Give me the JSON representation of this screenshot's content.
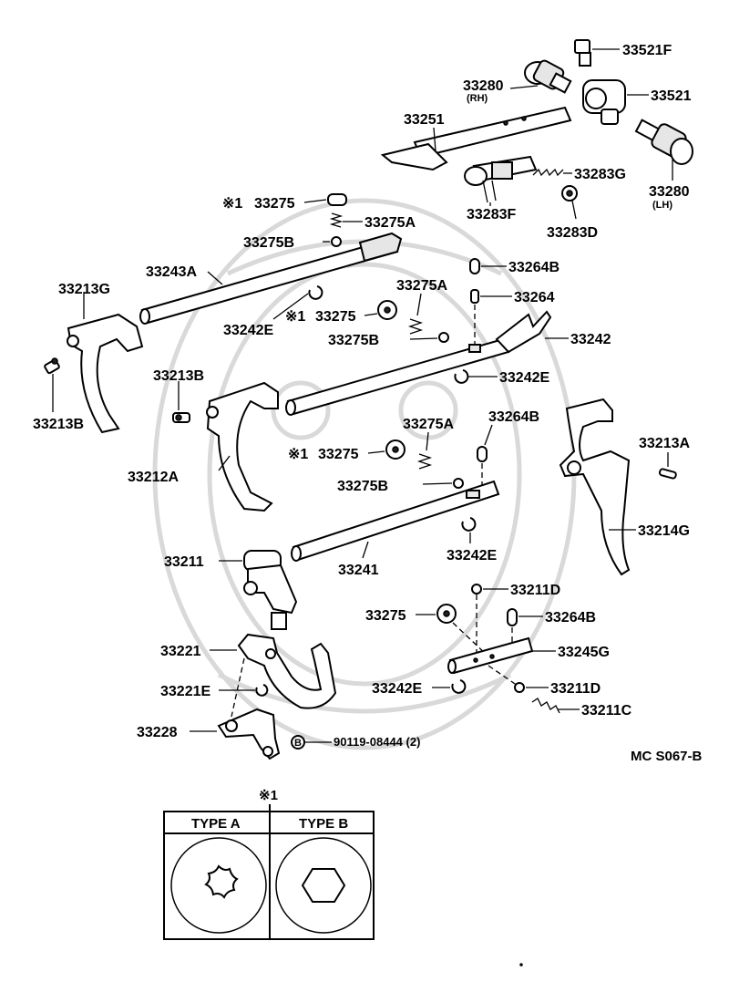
{
  "labels": {
    "p33521F": "33521F",
    "p33280rh": "33280",
    "p33280rh_sub": "(RH)",
    "p33521": "33521",
    "p33251": "33251",
    "p33283G": "33283G",
    "p33280lh": "33280",
    "p33280lh_sub": "(LH)",
    "p33283F": "33283F",
    "p33283D": "33283D",
    "p33275_a_mark": "※1",
    "p33275_a": "33275",
    "p33275A_a": "33275A",
    "p33275B_a": "33275B",
    "p33243A": "33243A",
    "p33264B_a": "33264B",
    "p33213G": "33213G",
    "p33275A_b": "33275A",
    "p33264": "33264",
    "p33242E_a": "33242E",
    "p33275_b_mark": "※1",
    "p33275_b": "33275",
    "p33242": "33242",
    "p33275B_b": "33275B",
    "p33213B_a": "33213B",
    "p33242E_b": "33242E",
    "p33213B_b": "33213B",
    "p33275A_c": "33275A",
    "p33264B_b": "33264B",
    "p33275_c_mark": "※1",
    "p33275_c": "33275",
    "p33213A": "33213A",
    "p33212A": "33212A",
    "p33275B_c": "33275B",
    "p33214G": "33214G",
    "p33211": "33211",
    "p33241": "33241",
    "p33242E_c": "33242E",
    "p33211D_a": "33211D",
    "p33275_d": "33275",
    "p33264B_c": "33264B",
    "p33221": "33221",
    "p33245G": "33245G",
    "p33221E": "33221E",
    "p33242E_d": "33242E",
    "p33211D_b": "33211D",
    "p33211C": "33211C",
    "p33228": "33228",
    "p90119": "90119-08444 (2)",
    "bolt_marker": "B",
    "diagram_code": "MC  S067-B"
  },
  "legend": {
    "marker": "※1",
    "type_a": "TYPE A",
    "type_b": "TYPE B"
  }
}
